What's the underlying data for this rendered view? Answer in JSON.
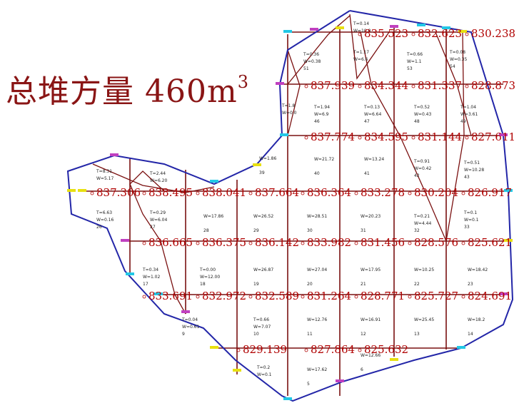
{
  "title": {
    "text": "总堆方量 460m",
    "superscript": "3"
  },
  "colors": {
    "grid": "#7a1010",
    "boundary": "#2326a8",
    "elevation_text": "#b00000",
    "marker_cyan": "#22c8e6",
    "marker_yellow": "#e8e010",
    "marker_magenta": "#c040c0"
  },
  "elevation_rows": [
    [
      "835.523",
      "832.623",
      "830.238"
    ],
    [
      "837.939",
      "834.344",
      "831.337",
      "828.873"
    ],
    [
      "837.774",
      "834.595",
      "831.144",
      "827.611"
    ],
    [
      "837.306",
      "838.495",
      "838.041",
      "837.664",
      "836.364",
      "833.278",
      "830.204",
      "826.917"
    ],
    [
      "836.665",
      "836.375",
      "836.142",
      "833.982",
      "831.456",
      "828.576",
      "825.621"
    ],
    [
      "833.691",
      "832.972",
      "832.589",
      "831.264",
      "828.771",
      "825.727",
      "824.691"
    ],
    [
      "829.139",
      "827.864",
      "825.632"
    ]
  ],
  "cell_labels": [
    {
      "fill": "T=0.14",
      "cut": "W=10.0",
      "id": ""
    },
    {
      "fill": "T=0.36",
      "cut": "W=0.38",
      "id": "51"
    },
    {
      "fill": "T=1.17",
      "cut": "W=6.6",
      "id": ""
    },
    {
      "fill": "T=0.66",
      "cut": "W=1.1",
      "id": "53"
    },
    {
      "fill": "T=0.08",
      "cut": "W=0.35",
      "id": "54"
    },
    {
      "fill": "T=1.8",
      "cut": "W=0.0",
      "id": ""
    },
    {
      "fill": "T=1.94",
      "cut": "W=6.9",
      "id": "46"
    },
    {
      "fill": "T=0.13",
      "cut": "W=6.64",
      "id": "47"
    },
    {
      "fill": "T=0.52",
      "cut": "W=0.43",
      "id": "48"
    },
    {
      "fill": "T=1.04",
      "cut": "W=3.61",
      "id": "49"
    },
    {
      "fill": "W=1.86",
      "cut": "",
      "id": "39"
    },
    {
      "fill": "W=21.72",
      "cut": "",
      "id": "40"
    },
    {
      "fill": "W=13.24",
      "cut": "",
      "id": "41"
    },
    {
      "fill": "T=0.91",
      "cut": "W=0.42",
      "id": "42"
    },
    {
      "fill": "T=0.51",
      "cut": "W=10.28",
      "id": "43"
    },
    {
      "fill": "T=8.31",
      "cut": "W=5.17",
      "id": ""
    },
    {
      "fill": "T=2.44",
      "cut": "W=6.20",
      "id": ""
    },
    {
      "fill": "T=6.63",
      "cut": "W=0.16",
      "id": "26"
    },
    {
      "fill": "T=0.29",
      "cut": "W=6.04",
      "id": "27"
    },
    {
      "fill": "W=17.86",
      "cut": "",
      "id": "28"
    },
    {
      "fill": "W=26.52",
      "cut": "",
      "id": "29"
    },
    {
      "fill": "W=28.51",
      "cut": "",
      "id": "30"
    },
    {
      "fill": "W=20.23",
      "cut": "",
      "id": "31"
    },
    {
      "fill": "T=0.21",
      "cut": "W=4.44",
      "id": "32"
    },
    {
      "fill": "T=0.1",
      "cut": "W=0.1",
      "id": "33"
    },
    {
      "fill": "T=0.34",
      "cut": "W=1.02",
      "id": "17"
    },
    {
      "fill": "T=0.00",
      "cut": "W=12.00",
      "id": "18"
    },
    {
      "fill": "W=26.87",
      "cut": "",
      "id": "19"
    },
    {
      "fill": "W=27.04",
      "cut": "",
      "id": "20"
    },
    {
      "fill": "W=17.95",
      "cut": "",
      "id": "21"
    },
    {
      "fill": "W=10.25",
      "cut": "",
      "id": "22"
    },
    {
      "fill": "W=18.42",
      "cut": "",
      "id": "23"
    },
    {
      "fill": "T=0.04",
      "cut": "W=0.61",
      "id": "9"
    },
    {
      "fill": "T=0.66",
      "cut": "W=7.07",
      "id": "10"
    },
    {
      "fill": "W=12.76",
      "cut": "",
      "id": "11"
    },
    {
      "fill": "W=16.91",
      "cut": "",
      "id": "12"
    },
    {
      "fill": "W=25.45",
      "cut": "",
      "id": "13"
    },
    {
      "fill": "W=18.2",
      "cut": "",
      "id": "14"
    },
    {
      "fill": "T=0.2",
      "cut": "W=0.1",
      "id": ""
    },
    {
      "fill": "W=17.62",
      "cut": "",
      "id": "5"
    },
    {
      "fill": "W=12.66",
      "cut": "",
      "id": "6"
    }
  ]
}
